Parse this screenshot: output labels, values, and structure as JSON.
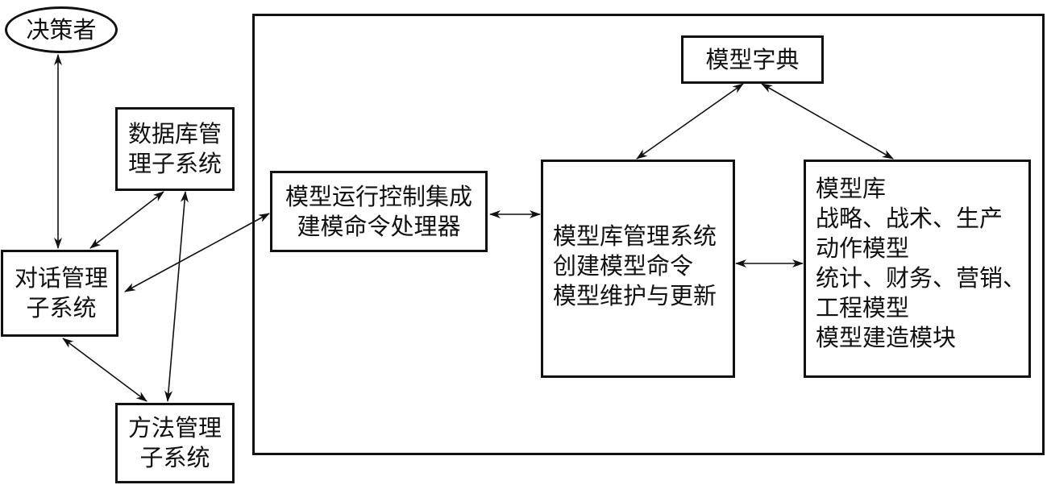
{
  "nodes": {
    "decision_maker": [
      "决策者"
    ],
    "database_mgmt": [
      "数据库管",
      "理子系统"
    ],
    "dialog_mgmt": [
      "对话管理",
      "子系统"
    ],
    "method_mgmt": [
      "方法管理",
      "子系统"
    ],
    "model_run_control": [
      "模型运行控制集成",
      "建模命令处理器"
    ],
    "model_dictionary": [
      "模型字典"
    ],
    "model_base_mgmt": [
      "模型库管理系统",
      "创建模型命令",
      "模型维护与更新"
    ],
    "model_base": [
      "模型库",
      "战略、战术、生产",
      "动作模型",
      "统计、财务、营销、",
      "工程模型",
      "模型建造模块"
    ]
  }
}
